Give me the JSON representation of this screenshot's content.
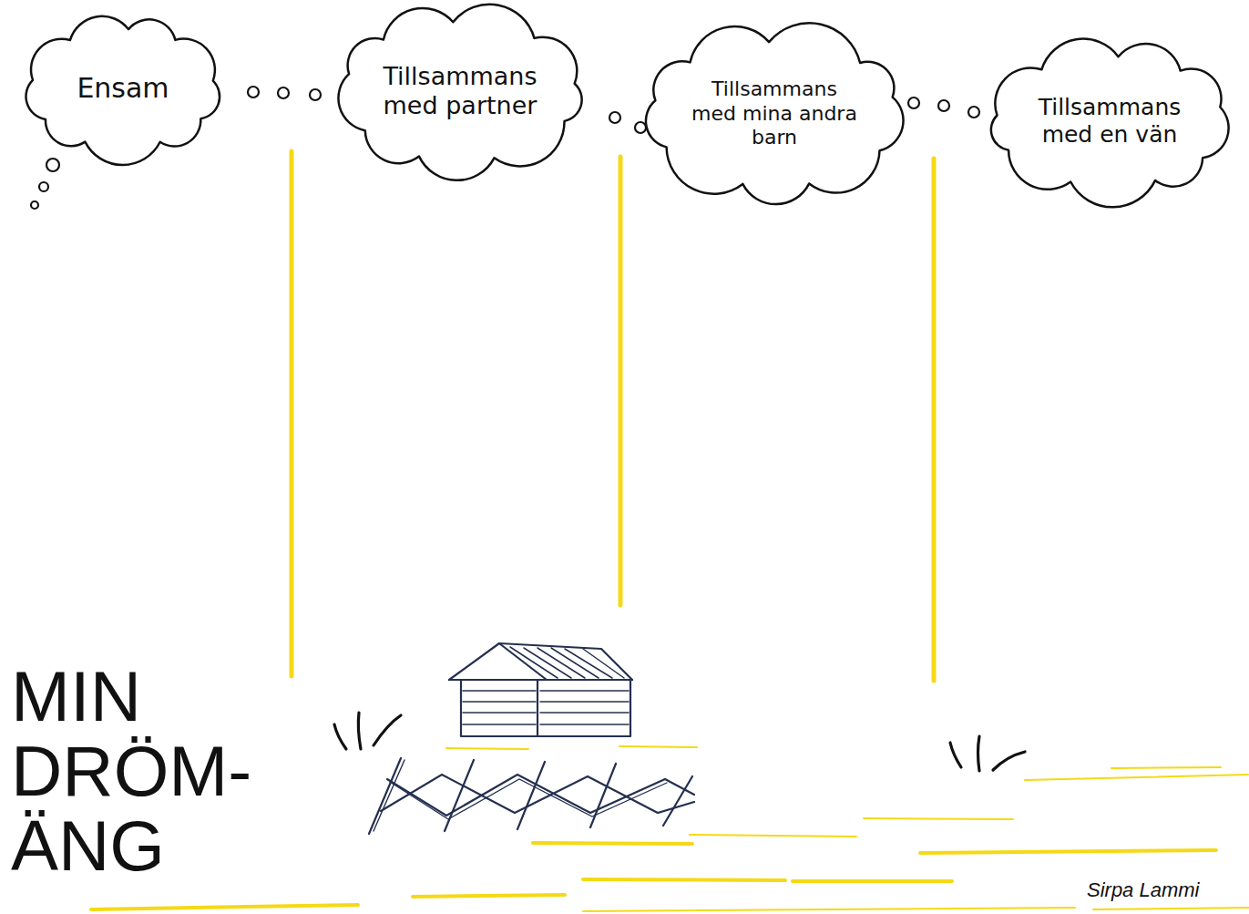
{
  "diagram": {
    "title": "MIN DRÖM- ÄNG",
    "nodes": [
      {
        "text": [
          "Ensam"
        ]
      },
      {
        "text": [
          "Tillsammans med partner"
        ]
      },
      {
        "text": [
          "Tillsammans med mina andra barn"
        ]
      },
      {
        "text": [
          "Tillsammans med en vän"
        ]
      }
    ],
    "labels": [
      "Sirpa Lammi"
    ]
  }
}
